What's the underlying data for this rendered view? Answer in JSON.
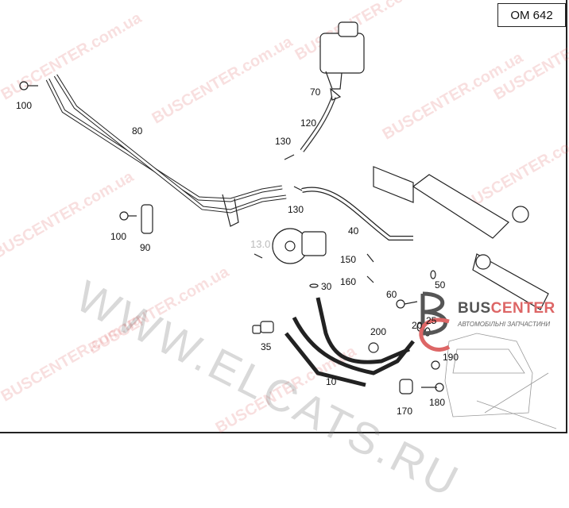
{
  "diagram": {
    "code": "OM 642",
    "labels": {
      "l100a": "100",
      "l80": "80",
      "l70": "70",
      "l120": "120",
      "l130a": "130",
      "l130b": "130",
      "l100b": "100",
      "l90": "90",
      "l40": "40",
      "l150": "150",
      "l160": "160",
      "l30": "30",
      "l50": "50",
      "l60": "60",
      "l200": "200",
      "l35": "35",
      "l20": "20",
      "l25": "25",
      "l190": "190",
      "l10": "10",
      "l170": "170",
      "l180": "180"
    },
    "partial_text": "13.0",
    "logo": {
      "name_a": "BUS",
      "name_b": "CENTER",
      "subtitle": "АВТОМОБІЛЬНІ ЗАПЧАСТИНИ"
    },
    "watermarks": {
      "busc": "BUSCENTER.com.ua",
      "elcats": "WWW.ELCATS.RU"
    }
  }
}
